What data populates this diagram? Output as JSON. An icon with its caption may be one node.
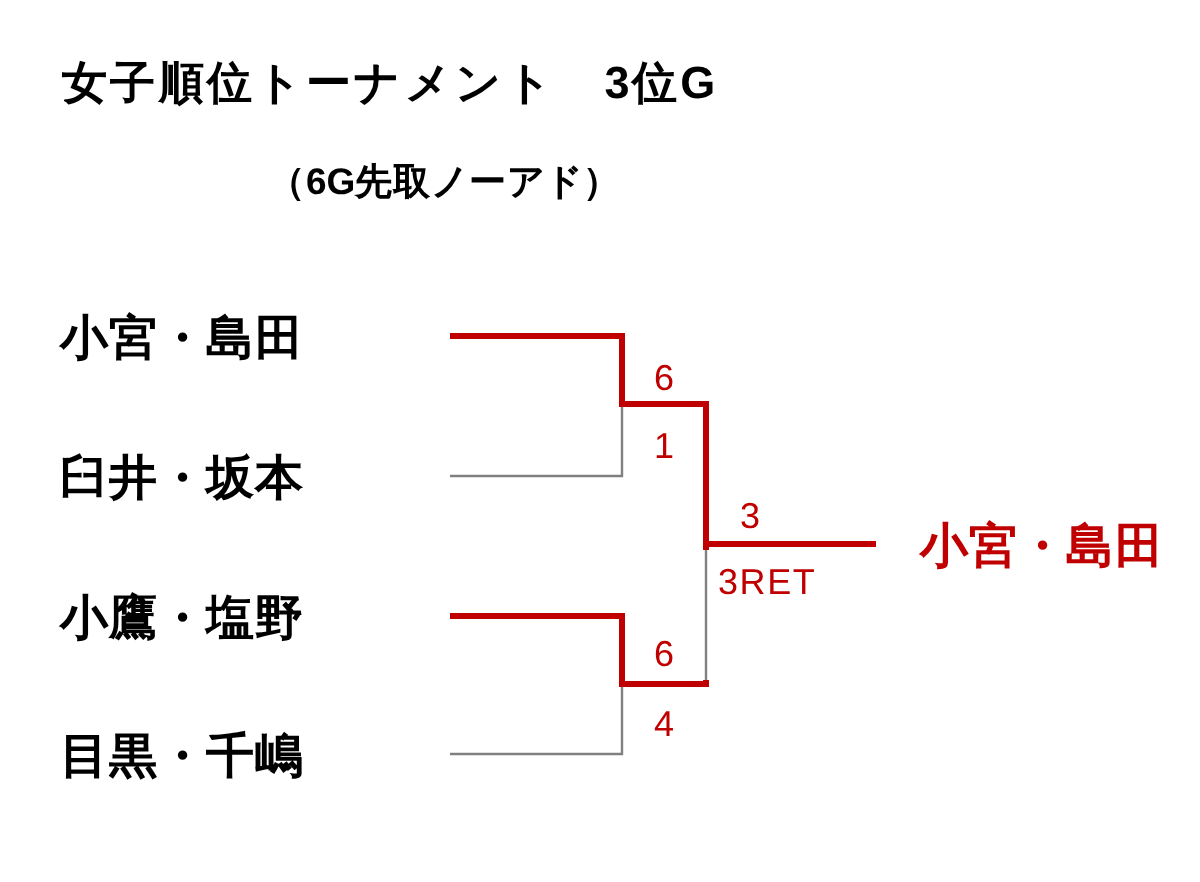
{
  "diagram": {
    "title": "女子順位トーナメント　3位G",
    "nodes": [
      {
        "text": [
          "小宮・島田"
        ]
      },
      {
        "text": [
          "臼井・坂本"
        ]
      },
      {
        "text": [
          "小鷹・塩野"
        ]
      },
      {
        "text": [
          "目黒・千嶋"
        ]
      },
      {
        "text": [
          "小宮・島田"
        ]
      }
    ],
    "edges": [
      {
        "from": 0,
        "to": 4,
        "arrow": "none",
        "style": "thick",
        "color": "#c00000"
      },
      {
        "from": 1,
        "to": 4,
        "arrow": "none",
        "color": "#808080"
      },
      {
        "from": 2,
        "to": 4,
        "arrow": "none",
        "style": "thick",
        "color": "#c00000"
      },
      {
        "from": 3,
        "to": 4,
        "arrow": "none",
        "color": "#808080"
      }
    ],
    "labels": [
      "（6G先取ノーアド）",
      "6",
      "1",
      "3",
      "3RET",
      "6",
      "4"
    ]
  }
}
